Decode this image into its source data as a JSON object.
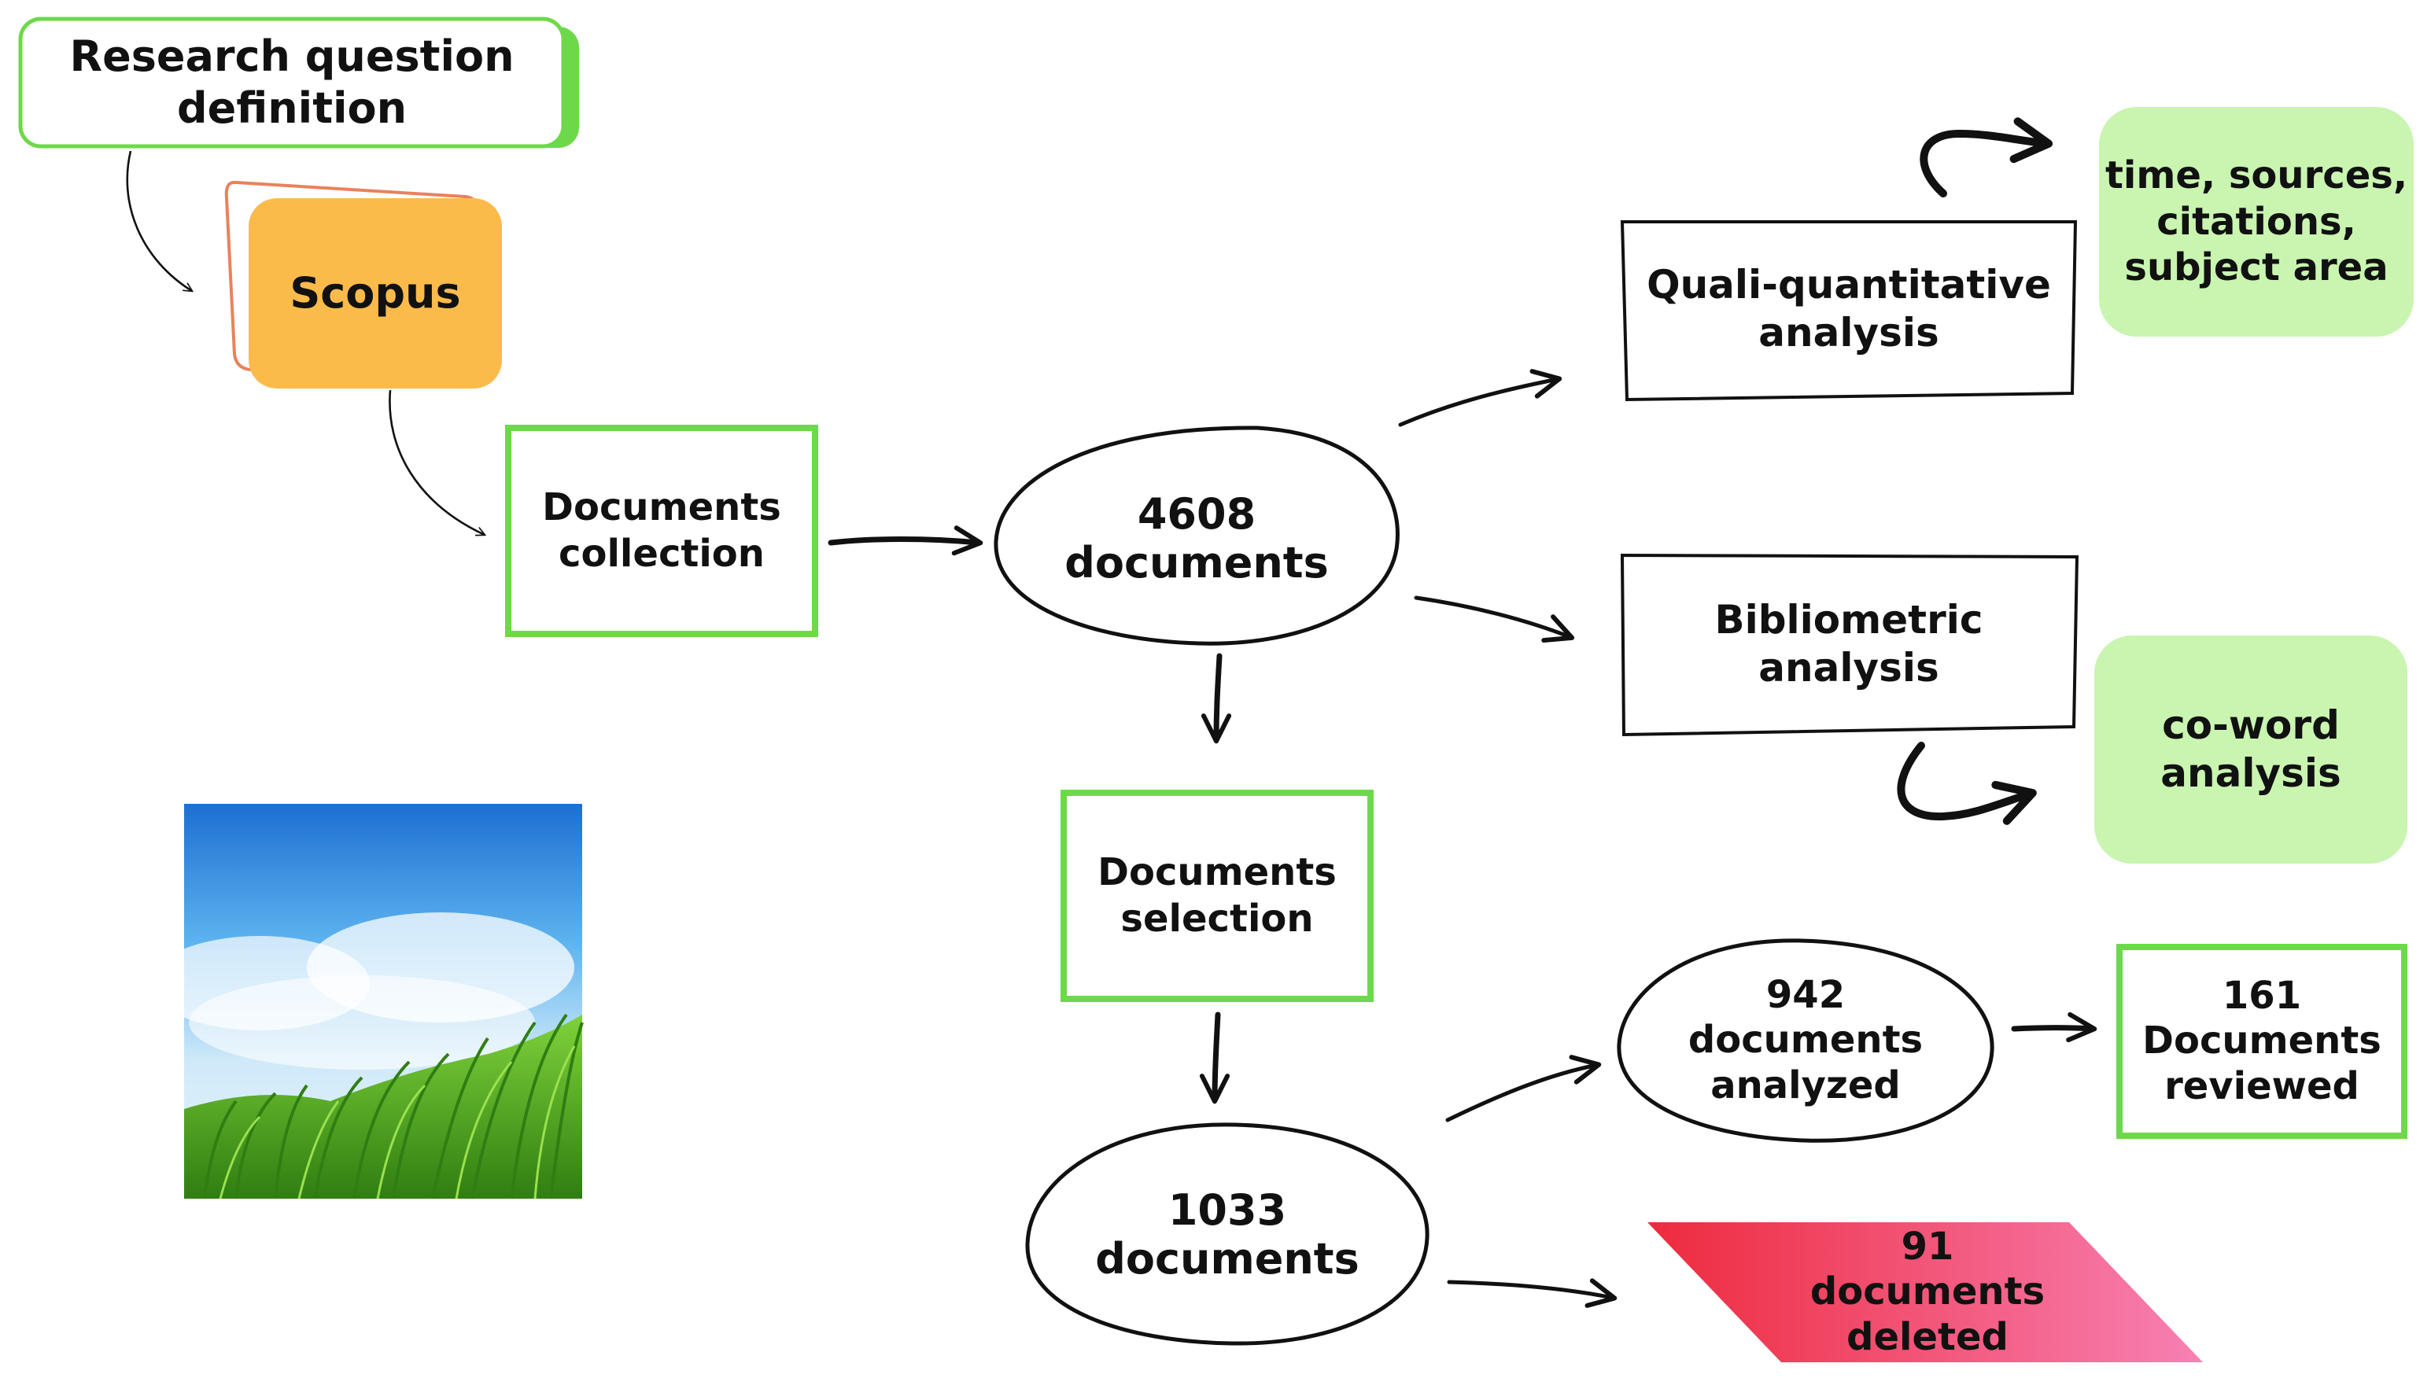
{
  "nodes": {
    "research_question": {
      "line1": "Research question",
      "line2": "definition"
    },
    "scopus": {
      "label": "Scopus"
    },
    "documents_collection": {
      "line1": "Documents",
      "line2": "collection"
    },
    "docs_4608": {
      "line1": "4608",
      "line2": "documents"
    },
    "quali_quantitative": {
      "line1": "Quali-quantitative",
      "line2": "analysis"
    },
    "bibliometric": {
      "line1": "Bibliometric",
      "line2": "analysis"
    },
    "time_sources": {
      "line1": "time, sources,",
      "line2": "citations,",
      "line3": "subject area"
    },
    "co_word": {
      "line1": "co-word",
      "line2": "analysis"
    },
    "documents_selection": {
      "line1": "Documents",
      "line2": "selection"
    },
    "docs_1033": {
      "line1": "1033",
      "line2": "documents"
    },
    "docs_942": {
      "line1": "942",
      "line2": "documents",
      "line3": "analyzed"
    },
    "docs_161": {
      "line1": "161",
      "line2": "Documents",
      "line3": "reviewed"
    },
    "docs_91": {
      "line1": "91",
      "line2": "documents",
      "line3": "deleted"
    }
  },
  "colors": {
    "green_border": "#6dd94a",
    "green_fill": "#c9f5b0",
    "scopus_fill": "#fbbb4b",
    "scopus_outline": "#e8825c",
    "deleted_red": "#ee2a3d",
    "deleted_pink": "#f781b4",
    "ink": "#111111"
  },
  "images": {
    "landscape": "sky-and-grass-illustration"
  }
}
